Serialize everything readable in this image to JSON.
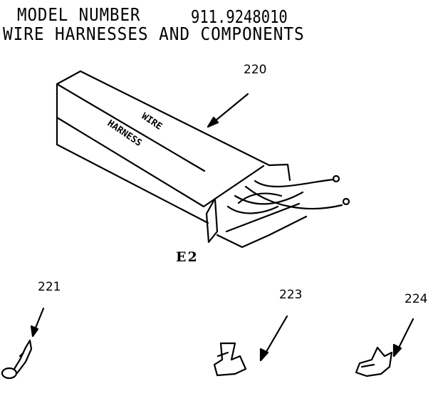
{
  "header": {
    "line1_label": "MODEL NUMBER",
    "model_number": "911.9248010",
    "line2": "WIRE HARNESSES AND COMPONENTS"
  },
  "diagram": {
    "figure_id": "E2",
    "box_text": [
      "WIRE",
      "HARNESS"
    ],
    "parts": [
      {
        "number": "220",
        "description": "Wire harness (boxed)"
      },
      {
        "number": "221",
        "description": "Ring terminal"
      },
      {
        "number": "223",
        "description": "Spade terminal"
      },
      {
        "number": "224",
        "description": "Spade terminal"
      }
    ]
  }
}
